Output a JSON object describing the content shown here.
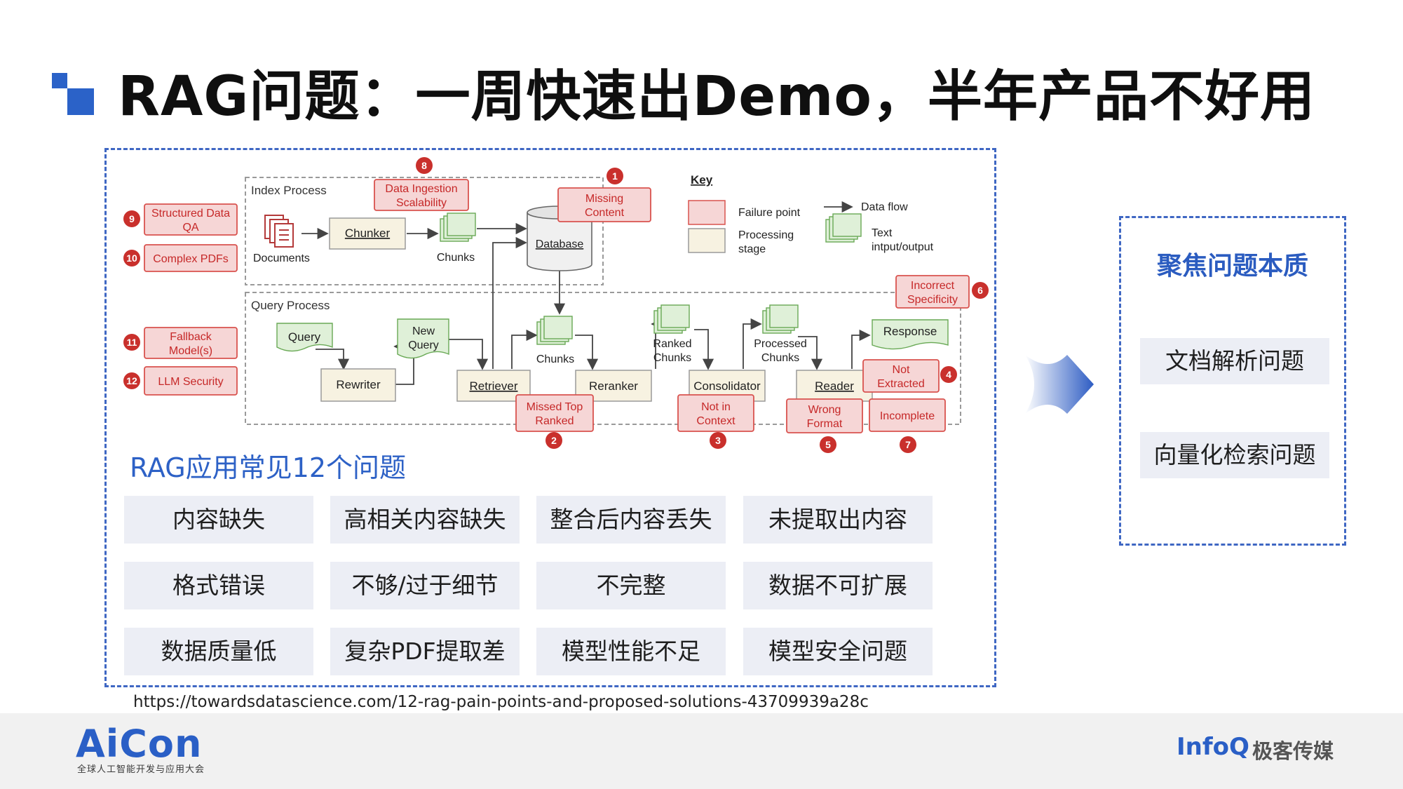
{
  "title": "RAG问题：一周快速出Demo，半年产品不好用",
  "diagram": {
    "index_label": "Index Process",
    "query_label": "Query Process",
    "key": {
      "heading": "Key",
      "failure_point": "Failure point",
      "processing_stage_l1": "Processing",
      "processing_stage_l2": "stage",
      "data_flow": "Data flow",
      "text_io_l1": "Text",
      "text_io_l2": "intput/output"
    },
    "nodes": {
      "documents": "Documents",
      "chunker": "Chunker",
      "chunks_index": "Chunks",
      "database": "Database",
      "query": "Query",
      "new_query_l1": "New",
      "new_query_l2": "Query",
      "rewriter": "Rewriter",
      "retriever": "Retriever",
      "chunks_query": "Chunks",
      "reranker": "Reranker",
      "ranked_chunks_l1": "Ranked",
      "ranked_chunks_l2": "Chunks",
      "consolidator": "Consolidator",
      "processed_chunks_l1": "Processed",
      "processed_chunks_l2": "Chunks",
      "reader": "Reader",
      "response": "Response"
    },
    "failures": [
      {
        "num": "1",
        "l1": "Missing",
        "l2": "Content"
      },
      {
        "num": "2",
        "l1": "Missed Top",
        "l2": "Ranked"
      },
      {
        "num": "3",
        "l1": "Not in",
        "l2": "Context"
      },
      {
        "num": "4",
        "l1": "Not",
        "l2": "Extracted"
      },
      {
        "num": "5",
        "l1": "Wrong",
        "l2": "Format"
      },
      {
        "num": "6",
        "l1": "Incorrect",
        "l2": "Specificity"
      },
      {
        "num": "7",
        "l1": "Incomplete",
        "l2": ""
      },
      {
        "num": "8",
        "l1": "Data Ingestion",
        "l2": "Scalability"
      },
      {
        "num": "9",
        "l1": "Structured Data",
        "l2": "QA"
      },
      {
        "num": "10",
        "l1": "Complex PDFs",
        "l2": ""
      },
      {
        "num": "11",
        "l1": "Fallback",
        "l2": "Model(s)"
      },
      {
        "num": "12",
        "l1": "LLM Security",
        "l2": ""
      }
    ]
  },
  "issues_title": "RAG应用常见12个问题",
  "issues": [
    "内容缺失",
    "高相关内容缺失",
    "整合后内容丢失",
    "未提取出内容",
    "格式错误",
    "不够/过于细节",
    "不完整",
    "数据不可扩展",
    "数据质量低",
    "复杂PDF提取差",
    "模型性能不足",
    "模型安全问题"
  ],
  "side": {
    "title": "聚焦问题本质",
    "items": [
      "文档解析问题",
      "向量化检索问题"
    ]
  },
  "reference_url": "https://towardsdatascience.com/12-rag-pain-points-and-proposed-solutions-43709939a28c",
  "footer": {
    "aicon": "AiCon",
    "aicon_sub": "全球人工智能开发与应用大会",
    "infoq": "InfoQ",
    "jike": "极客传媒"
  },
  "colors": {
    "accent": "#2b62c8",
    "failure_fill": "#f6d6d6",
    "failure_border": "#d9534f",
    "stage_fill": "#f7f2e1",
    "text_io_fill": "#dff0d8",
    "text_io_border": "#69a955"
  }
}
